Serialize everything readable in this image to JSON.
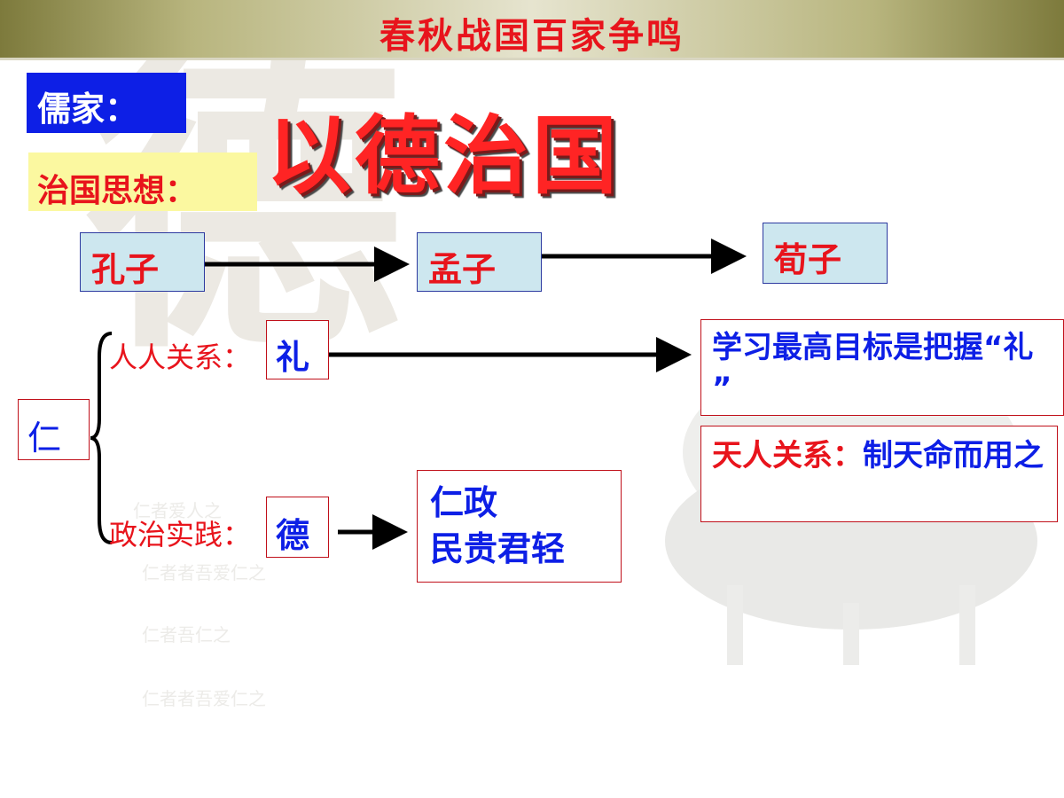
{
  "header": {
    "title": "春秋战国百家争鸣"
  },
  "school": {
    "label": "儒家："
  },
  "governance": {
    "label": "治国思想：",
    "slogan": "以德治国"
  },
  "thinkers": {
    "kongzi": "孔子",
    "mengzi": "孟子",
    "xunzi": "荀子"
  },
  "core": {
    "ren": "仁"
  },
  "interpersonal": {
    "label": "人人关系：",
    "value": "礼"
  },
  "political": {
    "label": "政治实践：",
    "value": "德"
  },
  "policy": {
    "line1": "仁政",
    "line2": "民贵君轻"
  },
  "goal": {
    "text": "学习最高目标是把握“礼 ”"
  },
  "heaven": {
    "label": "天人关系：",
    "text": "制天命而用之"
  },
  "background": {
    "char": "德",
    "script_lines": [
      "仁者爱人之",
      "仁者者吾爱仁之",
      "仁者吾仁之",
      "仁者者吾爱仁之"
    ]
  },
  "colors": {
    "title_red": "#e8141c",
    "blue": "#0d1fe6",
    "thinker_fill": "#cde7ef",
    "idea_fill": "#fbf8a0"
  }
}
